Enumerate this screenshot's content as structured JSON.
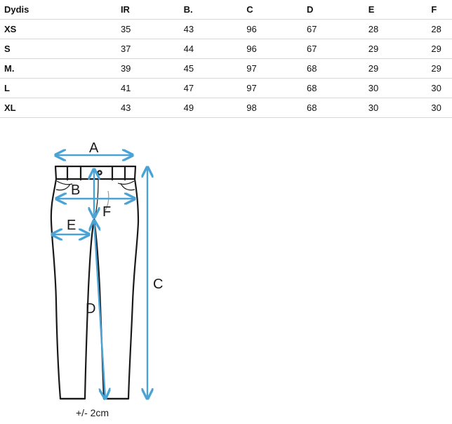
{
  "table": {
    "headers": [
      "Dydis",
      "IR",
      "B.",
      "C",
      "D",
      "E",
      "F"
    ],
    "rows": [
      [
        "XS",
        "35",
        "43",
        "96",
        "67",
        "28",
        "28"
      ],
      [
        "S",
        "37",
        "44",
        "96",
        "67",
        "29",
        "29"
      ],
      [
        "M.",
        "39",
        "45",
        "97",
        "68",
        "29",
        "29"
      ],
      [
        "L",
        "41",
        "47",
        "97",
        "68",
        "30",
        "30"
      ],
      [
        "XL",
        "43",
        "49",
        "98",
        "68",
        "30",
        "30"
      ]
    ]
  },
  "diagram": {
    "labels": {
      "a": "A",
      "b": "B",
      "c": "C",
      "d": "D",
      "e": "E",
      "f": "F"
    },
    "tolerance_note": "+/- 2cm",
    "arrow_color": "#4aa3d4",
    "outline_color": "#1a1a1a"
  }
}
